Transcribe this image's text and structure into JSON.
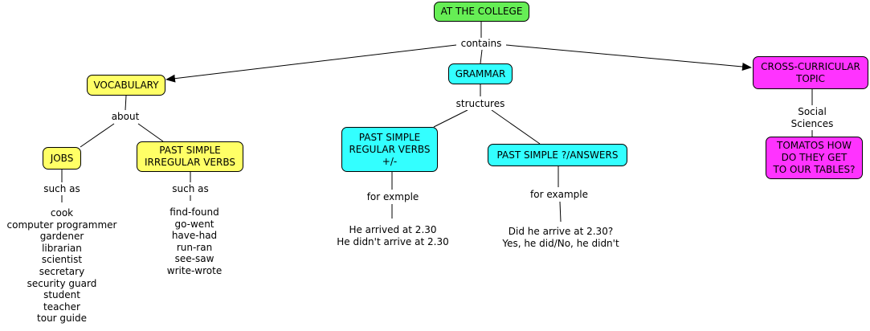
{
  "nodes": {
    "root": "AT THE COLLEGE",
    "vocabulary": "VOCABULARY",
    "grammar": "GRAMMAR",
    "cross": "CROSS-CURRICULAR\nTOPIC",
    "jobs": "JOBS",
    "irregular": "PAST SIMPLE\nIRREGULAR VERBS",
    "regular": "PAST SIMPLE\nREGULAR VERBS\n+/-",
    "answers": "PAST SIMPLE ?/ANSWERS",
    "tomatos": "TOMATOS HOW\nDO THEY GET\nTO OUR TABLES?"
  },
  "links": {
    "contains": "contains",
    "about": "about",
    "structures": "structures",
    "social": "Social\nSciences",
    "such_as_1": "such as",
    "such_as_2": "such as",
    "for_exmple": "for exmple",
    "for_example": "for example"
  },
  "jobs_list": [
    "cook",
    "computer programmer",
    "gardener",
    "librarian",
    "scientist",
    "secretary",
    "security guard",
    "student",
    "teacher",
    "tour guide"
  ],
  "irregular_list": [
    "find-found",
    "go-went",
    "have-had",
    "run-ran",
    "see-saw",
    "write-wrote"
  ],
  "regular_examples": [
    "He arrived at 2.30",
    "He didn't arrive at 2.30"
  ],
  "answer_examples": [
    "Did he arrive at 2.30?",
    "Yes, he did/No, he didn't"
  ],
  "colors": {
    "root": "#66ee55",
    "vocabulary_jobs_irregular": "#ffff66",
    "grammar_regular_answers": "#33ffff",
    "cross_tomatos": "#ff33ff"
  }
}
